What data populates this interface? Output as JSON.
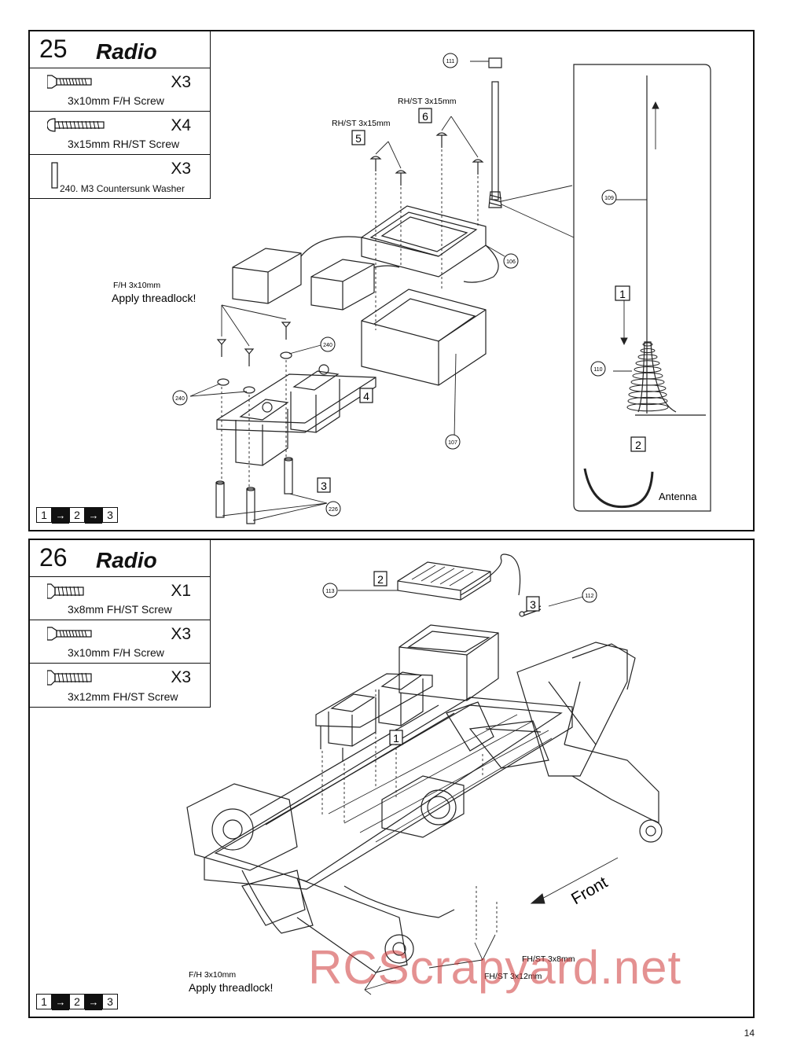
{
  "step25": {
    "number": "25",
    "title": "Radio",
    "parts": [
      {
        "qty": "X3",
        "name": "3x10mm F/H Screw",
        "icon": "flat-head-screw-icon"
      },
      {
        "qty": "X4",
        "name": "3x15mm RH/ST Screw",
        "icon": "round-head-screw-icon"
      },
      {
        "qty": "X3",
        "name": "240.  M3 Countersunk Washer",
        "icon": "washer-icon"
      }
    ],
    "sequence": [
      "1",
      "2",
      "3"
    ],
    "callouts": {
      "step5": "5",
      "step6": "6",
      "step4": "4",
      "step3": "3",
      "step1": "1",
      "step2": "2",
      "screw5_label": "RH/ST 3x15mm",
      "screw6_label": "RH/ST 3x15mm",
      "fh_label": "F/H 3x10mm",
      "threadlock": "Apply threadlock!",
      "antenna": "Antenna",
      "p111": "111",
      "p106": "106",
      "p107": "107",
      "p240a": "240",
      "p240b": "240",
      "p226": "226",
      "p109": "109",
      "p110": "110"
    }
  },
  "step26": {
    "number": "26",
    "title": "Radio",
    "parts": [
      {
        "qty": "X1",
        "name": "3x8mm FH/ST Screw",
        "icon": "fh-st-screw-short-icon"
      },
      {
        "qty": "X3",
        "name": "3x10mm F/H Screw",
        "icon": "flat-head-screw-icon"
      },
      {
        "qty": "X3",
        "name": "3x12mm FH/ST Screw",
        "icon": "fh-st-screw-long-icon"
      }
    ],
    "sequence": [
      "1",
      "2",
      "3"
    ],
    "callouts": {
      "step1": "1",
      "step2": "2",
      "step3": "3",
      "p113": "113",
      "p112": "112",
      "front": "Front",
      "fhst8": "FH/ST 3x8mm",
      "fhst12": "FH/ST 3x12mm",
      "fh_label": "F/H 3x10mm",
      "threadlock": "Apply threadlock!"
    }
  },
  "page_number": "14",
  "watermark": "RCScrapyard.net"
}
